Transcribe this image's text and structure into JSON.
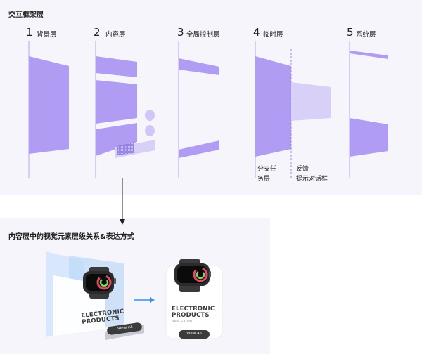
{
  "top_title": "交互框架层",
  "layers": [
    {
      "num": "1",
      "name": "背景层"
    },
    {
      "num": "2",
      "name": "内容层"
    },
    {
      "num": "3",
      "name": "全局控制层"
    },
    {
      "num": "4",
      "name": "临时层"
    },
    {
      "num": "5",
      "name": "系统层"
    }
  ],
  "captions": {
    "branch": [
      "分支任",
      "务层"
    ],
    "feedback": [
      "反馈",
      "提示对话框"
    ]
  },
  "bottom_title": "内容层中的视觉元素层级关系&表达方式",
  "card_left": {
    "title_line1": "ELECTRONIC",
    "title_line2": "PRODUCTS",
    "button": "View All"
  },
  "card_right": {
    "title_line1": "ELECTRONIC",
    "title_line2": "PRODUCTS",
    "subtitle": "New & Cool",
    "button": "View All"
  },
  "colors": {
    "panel_bg": "#f7f5fc",
    "layer_purple": "#b09cf2",
    "light_purple": "#d9d0f7",
    "line_purple": "#b7a7ee",
    "arrow_blue": "#3d8ee6"
  }
}
